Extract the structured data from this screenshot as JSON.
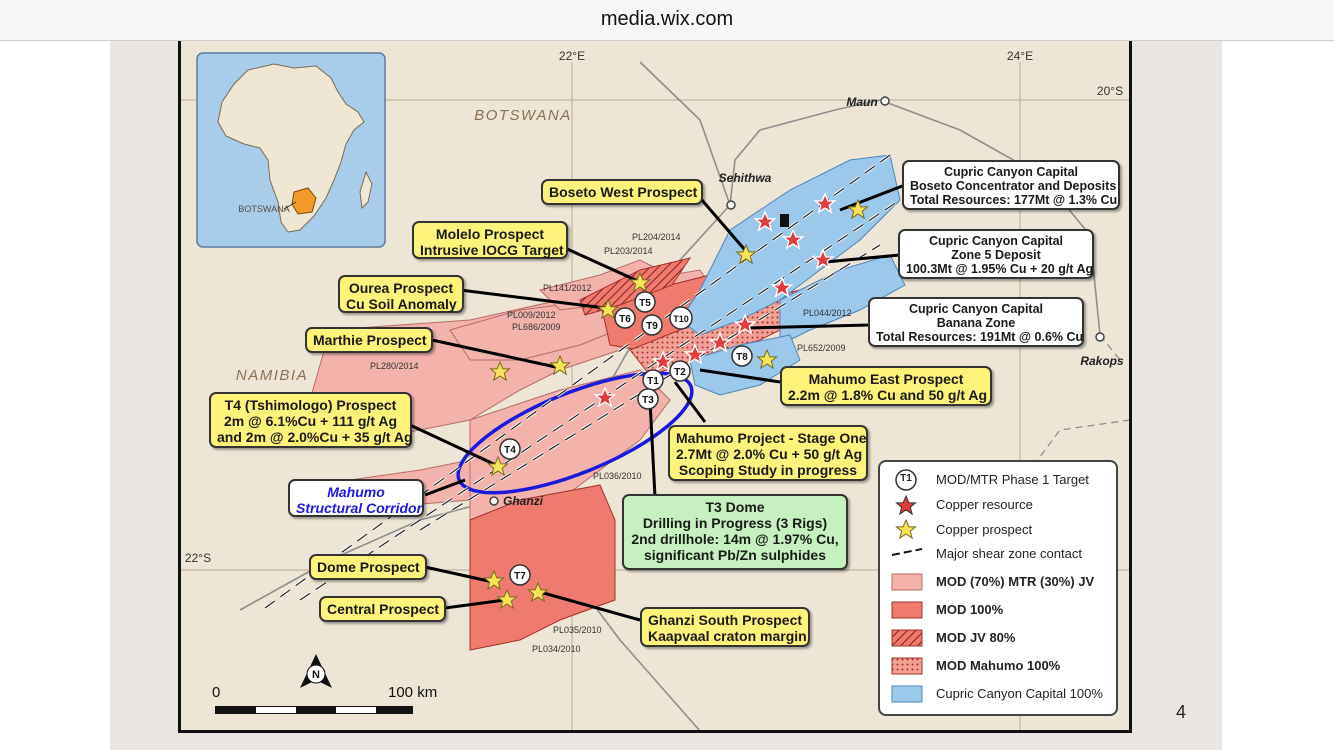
{
  "browser": {
    "url_text": "media.wix.com"
  },
  "page_number": "4",
  "map": {
    "lon_22": "22°E",
    "lon_24": "24°E",
    "lat_20": "20°S",
    "lat_22": "22°S",
    "country_botswana": "BOTSWANA",
    "country_namibia": "NAMIBIA",
    "inset_botswana": "BOTSWANA",
    "towns": {
      "maun": "Maun",
      "sehithwa": "Sehithwa",
      "rakops": "Rakops",
      "ghanzi": "Ghanzi"
    },
    "licences": {
      "pl204": "PL204/2014",
      "pl203": "PL203/2014",
      "pl141": "PL141/2012",
      "pl009": "PL009/2012",
      "pl686": "PL686/2009",
      "pl280": "PL280/2014",
      "pl044": "PL044/2012",
      "pl652": "PL652/2009",
      "pl036": "PL036/2010",
      "pl035": "PL035/2010",
      "pl034": "PL034/2010"
    },
    "targets": {
      "t1": "T1",
      "t2": "T2",
      "t3": "T3",
      "t4": "T4",
      "t5": "T5",
      "t6": "T6",
      "t7": "T7",
      "t8": "T8",
      "t9": "T9",
      "t10": "T10"
    },
    "callouts": {
      "boseto_west": "Boseto West Prospect",
      "molelo_1": "Molelo Prospect",
      "molelo_2": "Intrusive IOCG Target",
      "ourea_1": "Ourea Prospect",
      "ourea_2": "Cu Soil Anomaly",
      "marthie": "Marthie Prospect",
      "t4_1": "T4 (Tshimologo) Prospect",
      "t4_2": "2m @ 6.1%Cu + 111 g/t Ag",
      "t4_3": "and 2m @ 2.0%Cu + 35 g/t Ag",
      "corridor_1": "Mahumo",
      "corridor_2": "Structural Corridor",
      "dome": "Dome Prospect",
      "central": "Central Prospect",
      "ghanzi_south_1": "Ghanzi South Prospect",
      "ghanzi_south_2": "Kaapvaal craton margin",
      "t3dome_1": "T3 Dome",
      "t3dome_2": "Drilling in Progress (3 Rigs)",
      "t3dome_3": "2nd drillhole: 14m @ 1.97% Cu,",
      "t3dome_4": "significant Pb/Zn sulphides",
      "mahumo_proj_1": "Mahumo Project - Stage One",
      "mahumo_proj_2": "2.7Mt @ 2.0% Cu + 50 g/t Ag",
      "mahumo_proj_3": "Scoping Study in progress",
      "mahumo_east_1": "Mahumo East Prospect",
      "mahumo_east_2": "2.2m @ 1.8% Cu and 50 g/t Ag",
      "boseto_1": "Cupric Canyon Capital",
      "boseto_2": "Boseto Concentrator and Deposits",
      "boseto_3": "Total Resources: 177Mt @ 1.3% Cu",
      "zone5_1": "Cupric Canyon Capital",
      "zone5_2": "Zone 5 Deposit",
      "zone5_3": "100.3Mt @ 1.95% Cu + 20 g/t Ag",
      "banana_1": "Cupric Canyon Capital",
      "banana_2": "Banana Zone",
      "banana_3": "Total Resources: 191Mt @ 0.6% Cu"
    },
    "legend": {
      "target_symbol": "T1",
      "target": "MOD/MTR Phase 1 Target",
      "resource": "Copper resource",
      "prospect": "Copper prospect",
      "shear": "Major shear zone contact",
      "jv": "MOD (70%) MTR (30%) JV",
      "mod100": "MOD 100%",
      "modjv80": "MOD JV 80%",
      "mahumo100": "MOD Mahumo 100%",
      "ccc100": "Cupric Canyon Capital 100%"
    },
    "scale": {
      "zero": "0",
      "distance": "100 km"
    },
    "north": "N",
    "colors": {
      "jv": "#f4b2ad",
      "mod100": "#ef7b6f",
      "ccc": "#9cc9ea",
      "callout": "#fdf27a",
      "callout_green": "#c7f0c0",
      "corridor": "#1a1adc"
    }
  }
}
